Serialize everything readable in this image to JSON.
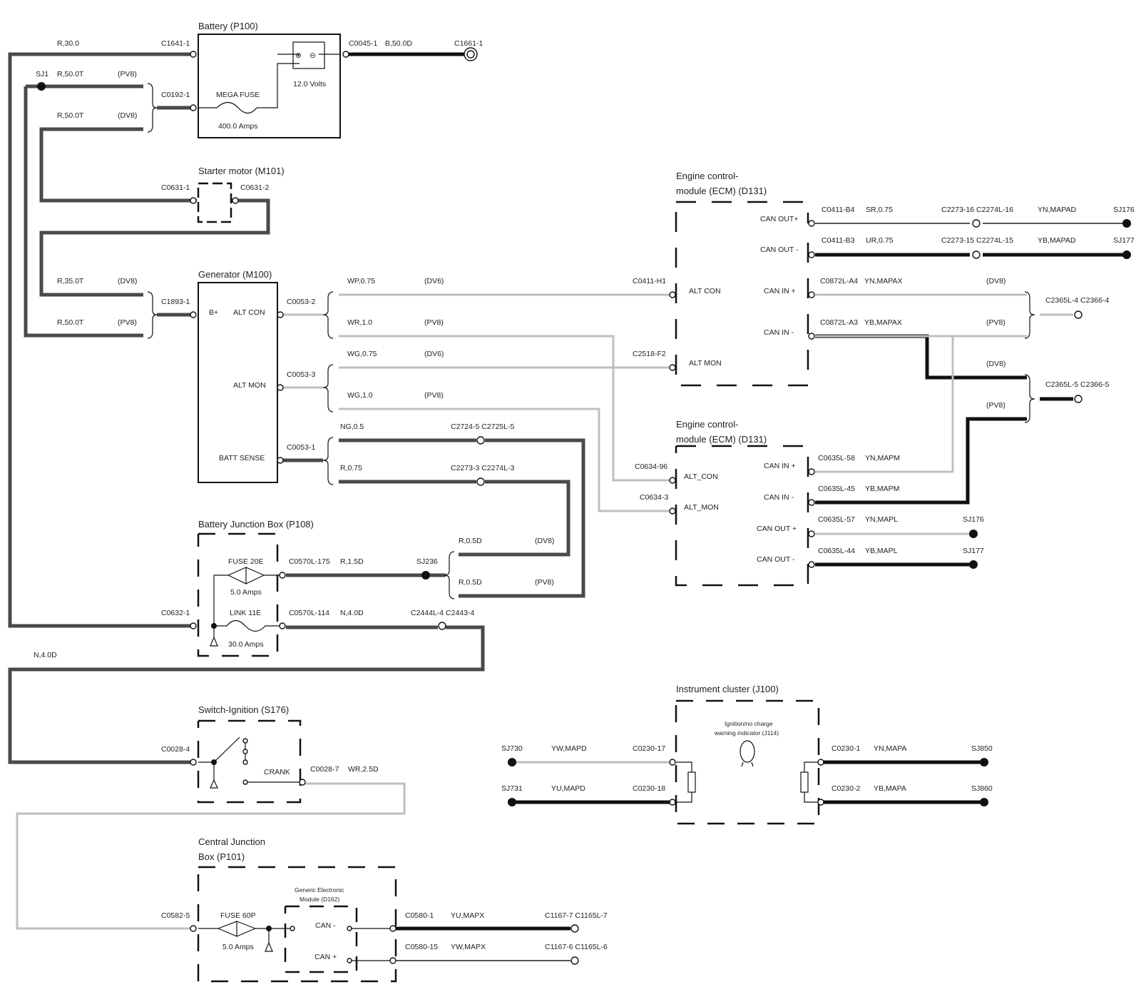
{
  "battery": {
    "title": "Battery (P100)",
    "c_left": "C1641-1",
    "c_right": "C0045-1",
    "wire_right": "B,50.0D",
    "c_end": "C1661-1",
    "c_fuse": "C0192-1",
    "fuse": "MEGA FUSE",
    "fuse_rating": "400.0 Amps",
    "volts": "12.0 Volts",
    "plus": "⊕",
    "minus": "⊖"
  },
  "left_wires": {
    "w1": "R,30.0",
    "sj1": "SJ1",
    "w2": "R,50.0T",
    "pv8": "(PV8)",
    "w3": "R,50.0T",
    "dv8": "(DV8)",
    "w4": "R,35.0T",
    "w5": "R,50.0T"
  },
  "starter": {
    "title": "Starter motor (M101)",
    "c1": "C0631-1",
    "c2": "C0631-2"
  },
  "generator": {
    "title": "Generator (M100)",
    "c_bplus": "C1893-1",
    "bplus": "B+",
    "alt_con": "ALT CON",
    "alt_mon": "ALT MON",
    "batt_sense": "BATT SENSE",
    "c_con": "C0053-2",
    "c_mon": "C0053-3",
    "c_sense": "C0053-1"
  },
  "gen_wires": {
    "wp": "WP,0.75",
    "dv6": "(DV6)",
    "wr": "WR,1.0",
    "pv8": "(PV8)",
    "wg1": "WG,0.75",
    "wg2": "WG,1.0",
    "ng": "NG,0.5",
    "r075": "R,0.75",
    "c2724": "C2724-5 C2725L-5",
    "c2273": "C2273-3 C2274L-3",
    "c0411h1": "C0411-H1",
    "c2518": "C2518-F2"
  },
  "ecm_a": {
    "title1": "Engine control-",
    "title2": "module (ECM) (D131)",
    "can_out_p": "CAN OUT+",
    "can_out_m": "CAN OUT -",
    "alt_con": "ALT CON",
    "can_in_p": "CAN IN +",
    "can_in_m": "CAN IN -",
    "alt_mon": "ALT MON",
    "c_b4": "C0411-B4",
    "w_b4": "SR,0.75",
    "c_16": "C2273-16 C2274L-16",
    "w_16": "YN,MAPAD",
    "sj176": "SJ176",
    "c_b3": "C0411-B3",
    "w_b3": "UR,0.75",
    "c_15": "C2273-15 C2274L-15",
    "w_15": "YB,MAPAD",
    "sj177": "SJ177",
    "c_a4": "C0872L-A4",
    "w_a4": "YN,MAPAX",
    "dv8": "(DV8)",
    "c_a3": "C0872L-A3",
    "w_a3": "YB,MAPAX",
    "pv8": "(PV8)",
    "c_2365_4": "C2365L-4 C2366-4",
    "c_2365_5": "C2365L-5 C2366-5"
  },
  "ecm_b": {
    "title1": "Engine control-",
    "title2": "module (ECM) (D131)",
    "alt_con": "ALT_CON",
    "alt_mon": "ALT_MON",
    "c_96": "C0634-96",
    "c_3": "C0634-3",
    "can_in_p": "CAN IN +",
    "can_in_m": "CAN IN -",
    "can_out_p": "CAN OUT +",
    "can_out_m": "CAN OUT -",
    "c_58": "C0635L-58",
    "w_58": "YN,MAPM",
    "c_45": "C0635L-45",
    "w_45": "YB,MAPM",
    "c_57": "C0635L-57",
    "w_57": "YN,MAPL",
    "sj176": "SJ176",
    "c_44": "C0635L-44",
    "w_44": "YB,MAPL",
    "sj177": "SJ177"
  },
  "bjb": {
    "title": "Battery Junction Box (P108)",
    "fuse": "FUSE 20E",
    "fuse_rating": "5.0 Amps",
    "link": "LINK 11E",
    "link_rating": "30.0 Amps",
    "c_632": "C0632-1",
    "c_175": "C0570L-175",
    "w_175": "R,1.5D",
    "sj236": "SJ236",
    "r05a": "R,0.5D",
    "dv8": "(DV8)",
    "r05b": "R,0.5D",
    "pv8": "(PV8)",
    "c_114": "C0570L-114",
    "w_114": "N,4.0D",
    "c_2444": "C2444L-4 C2443-4",
    "n4": "N,4.0D"
  },
  "ignition": {
    "title": "Switch-Ignition (S176)",
    "c_in": "C0028-4",
    "crank": "CRANK",
    "c_out": "C0028-7",
    "w_out": "WR,2.5D"
  },
  "cjb": {
    "title1": "Central Junction",
    "title2": "Box (P101)",
    "c_in": "C0582-5",
    "fuse": "FUSE 60P",
    "fuse_rating": "5.0 Amps",
    "gem1": "Generic Electronic",
    "gem2": "Module (D162)",
    "can_m": "CAN -",
    "can_p": "CAN +",
    "c_1": "C0580-1",
    "w_1": "YU,MAPX",
    "c_1167_7": "C1167-7 C1165L-7",
    "c_15": "C0580-15",
    "w_15": "YW,MAPX",
    "c_1167_6": "C1167-6 C1165L-6"
  },
  "cluster": {
    "title": "Instrument cluster (J100)",
    "ind1": "Ignition/no charge",
    "ind2": "warning indicator (J114)",
    "sj730": "SJ730",
    "w_730": "YW,MAPD",
    "c_17": "C0230-17",
    "sj731": "SJ731",
    "w_731": "YU,MAPD",
    "c_18": "C0230-18",
    "c_1": "C0230-1",
    "w_1": "YN,MAPA",
    "sj850": "SJ850",
    "c_2": "C0230-2",
    "w_2": "YB,MAPA",
    "sj860": "SJ860"
  }
}
